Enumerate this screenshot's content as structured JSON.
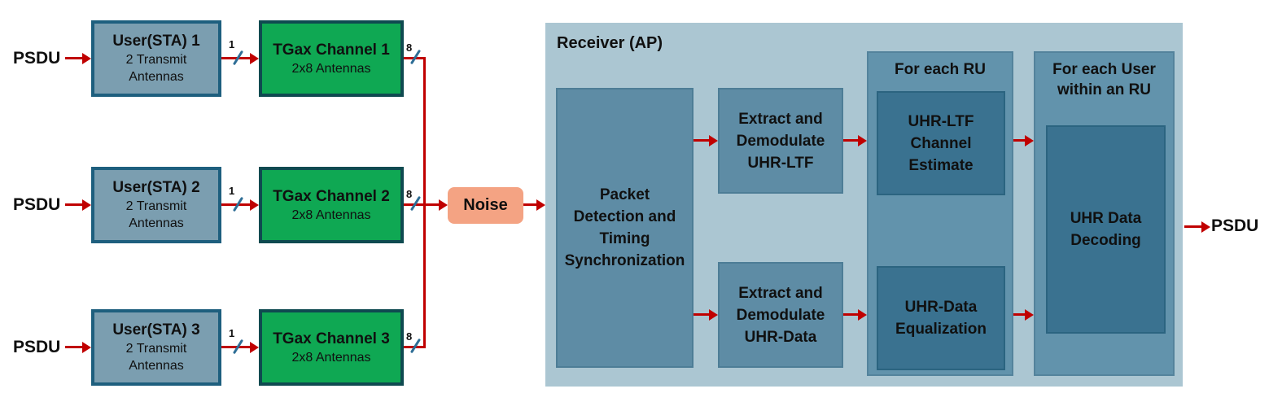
{
  "chains": [
    {
      "input_label": "PSDU",
      "user": {
        "title": "User(STA) 1",
        "subtitle": "2 Transmit\nAntennas"
      },
      "tx_bus_width": "1",
      "channel": {
        "title": "TGax Channel 1",
        "subtitle": "2x8 Antennas"
      },
      "rx_bus_width": "8"
    },
    {
      "input_label": "PSDU",
      "user": {
        "title": "User(STA) 2",
        "subtitle": "2 Transmit\nAntennas"
      },
      "tx_bus_width": "1",
      "channel": {
        "title": "TGax Channel 2",
        "subtitle": "2x8 Antennas"
      },
      "rx_bus_width": "8"
    },
    {
      "input_label": "PSDU",
      "user": {
        "title": "User(STA) 3",
        "subtitle": "2 Transmit\nAntennas"
      },
      "tx_bus_width": "1",
      "channel": {
        "title": "TGax Channel 3",
        "subtitle": "2x8 Antennas"
      },
      "rx_bus_width": "8"
    }
  ],
  "noise": {
    "label": "Noise"
  },
  "receiver": {
    "title": "Receiver (AP)",
    "packet_detection": "Packet\nDetection and\nTiming\nSynchronization",
    "extract_ltf": "Extract and\nDemodulate\nUHR-LTF",
    "extract_data": "Extract and\nDemodulate\nUHR-Data",
    "ru_group": {
      "title": "For each RU",
      "channel_estimate": "UHR-LTF\nChannel\nEstimate",
      "equalization": "UHR-Data\nEqualization"
    },
    "user_group": {
      "title": "For each User\nwithin an RU",
      "decoding": "UHR Data\nDecoding"
    }
  },
  "output_label": "PSDU",
  "colors": {
    "arrow_red": "#C00000",
    "bus_slash_blue": "#2E6E96",
    "user_box_fill": "#7B9EB0",
    "user_box_border": "#1E5F7E",
    "channel_box_fill": "#0FA853",
    "channel_box_border": "#0F4A50",
    "noise_fill": "#F4A383",
    "receiver_panel_fill": "#ABC6D2",
    "block_fill": "#5E8CA5",
    "group_fill": "#6293AC",
    "inner_box_fill": "#3A7290",
    "text": "#101010"
  }
}
